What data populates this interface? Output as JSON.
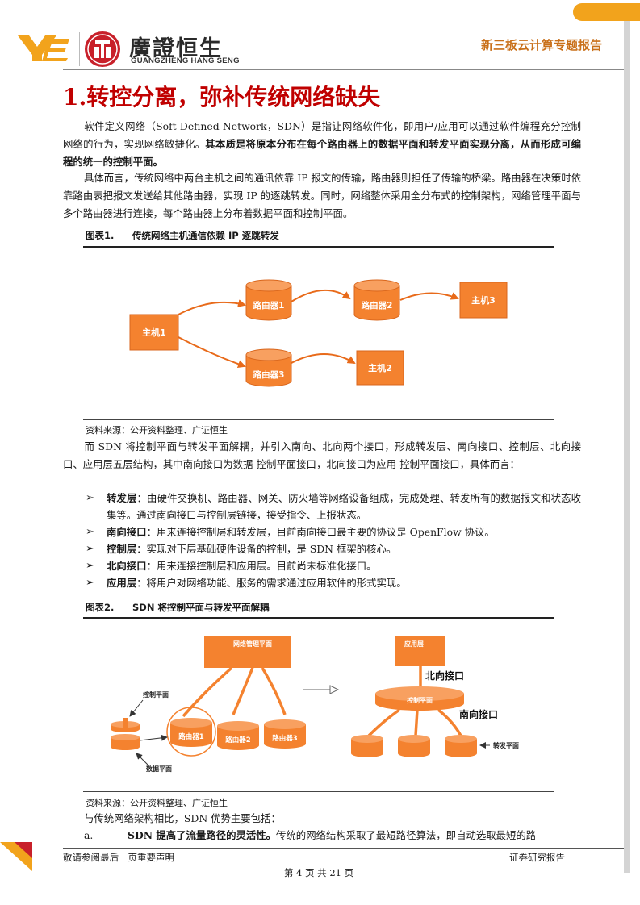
{
  "header": {
    "brand_cn": "廣證恒生",
    "brand_en": "GUANGZHENG HANG SENG",
    "report_type": "新三板云计算专题报告"
  },
  "section": {
    "title": "1.转控分离，弥补传统网络缺失"
  },
  "intro": {
    "p1_plain": "软件定义网络（Soft Defined Network，SDN）是指让网络软件化，即用户/应用可以通过软件编程充分控制网络的行为，实现网络敏捷化。",
    "p1_bold": "其本质是将原本分布在每个路由器上的数据平面和转发平面实现分离，从而形成可编程的统一的控制平面。",
    "p2": "具体而言，传统网络中两台主机之间的通讯依靠 IP 报文的传输，路由器则担任了传输的桥梁。路由器在决策时依靠路由表把报文发送给其他路由器，实现 IP 的逐跳转发。同时，网络整体采用全分布式的控制架构，网络管理平面与多个路由器进行连接，每个路由器上分布着数据平面和控制平面。"
  },
  "figure1": {
    "label": "图表1.",
    "caption": "传统网络主机通信依赖 IP 逐跳转发",
    "nodes": {
      "host1": "主机1",
      "router1": "路由器1",
      "router2": "路由器2",
      "router3": "路由器3",
      "host3": "主机3",
      "host2": "主机2"
    },
    "source": "资料来源：公开资料整理、广证恒生",
    "colors": {
      "box": "#f4822f",
      "arrow": "#e86a1a"
    }
  },
  "sdn_intro": "而 SDN 将控制平面与转发平面解耦，并引入南向、北向两个接口，形成转发层、南向接口、控制层、北向接口、应用层五层结构，其中南向接口为数据-控制平面接口，北向接口为应用-控制平面接口，具体而言：",
  "bullets": [
    {
      "term": "转发层",
      "text": "：由硬件交换机、路由器、网关、防火墙等网络设备组成，完成处理、转发所有的数据报文和状态收集等。通过南向接口与控制层链接，接受指令、上报状态。"
    },
    {
      "term": "南向接口",
      "text": "：用来连接控制层和转发层，目前南向接口最主要的协议是 OpenFlow 协议。"
    },
    {
      "term": "控制层",
      "text": "：实现对下层基础硬件设备的控制，是 SDN 框架的核心。"
    },
    {
      "term": "北向接口",
      "text": "：用来连接控制层和应用层。目前尚未标准化接口。"
    },
    {
      "term": "应用层",
      "text": "：将用户对网络功能、服务的需求通过应用软件的形式实现。"
    }
  ],
  "figure2": {
    "label": "图表2.",
    "caption": "SDN 将控制平面与转发平面解耦",
    "left": {
      "mgmt": "网络管理平面",
      "control_plane": "控制平面",
      "data_plane": "数据平面",
      "router1": "路由器1",
      "router2": "路由器2",
      "router3": "路由器3"
    },
    "right": {
      "app_layer": "应用层",
      "north": "北向接口",
      "ctrl": "控制平面",
      "south": "南向接口",
      "forward": "转发平面"
    },
    "source": "资料来源：公开资料整理、广证恒生"
  },
  "compare_intro": "与传统网络架构相比，SDN 优势主要包括：",
  "point_a": {
    "marker": "a.",
    "bold": "SDN 提高了流量路径的灵活性。",
    "text": "传统的网络结构采取了最短路径算法，即自动选取最短的路"
  },
  "footer": {
    "left": "敬请参阅最后一页重要声明",
    "right": "证券研究报告",
    "page": "第 4 页 共 21 页"
  }
}
